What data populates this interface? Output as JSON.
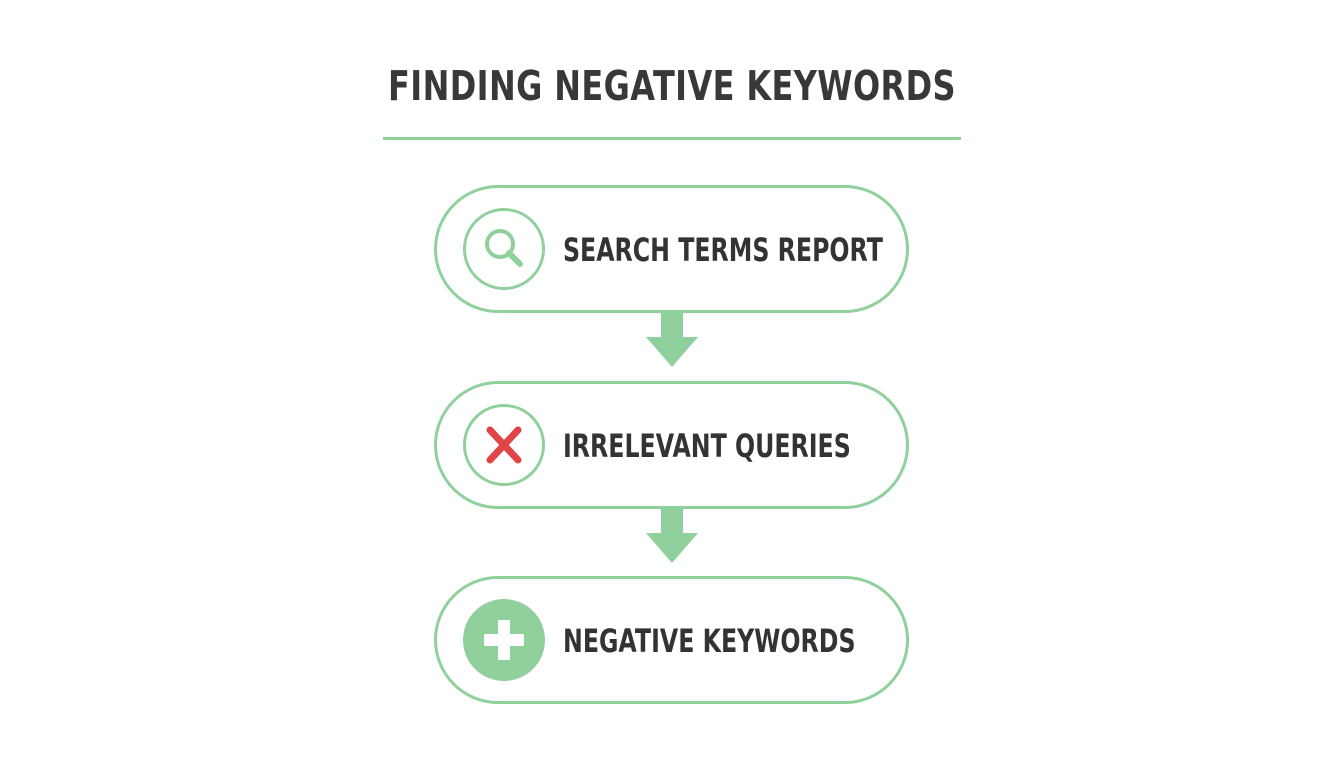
{
  "title": "FINDING NEGATIVE KEYWORDS",
  "colors": {
    "accent_green": "#8fd09c",
    "text_dark": "#333333",
    "x_red": "#e04545",
    "background": "#ffffff"
  },
  "steps": [
    {
      "label": "SEARCH TERMS REPORT",
      "icon": "search-icon"
    },
    {
      "label": "IRRELEVANT QUERIES",
      "icon": "x-icon"
    },
    {
      "label": "NEGATIVE KEYWORDS",
      "icon": "plus-icon"
    }
  ],
  "connectors": [
    "arrow-down-icon",
    "arrow-down-icon"
  ]
}
